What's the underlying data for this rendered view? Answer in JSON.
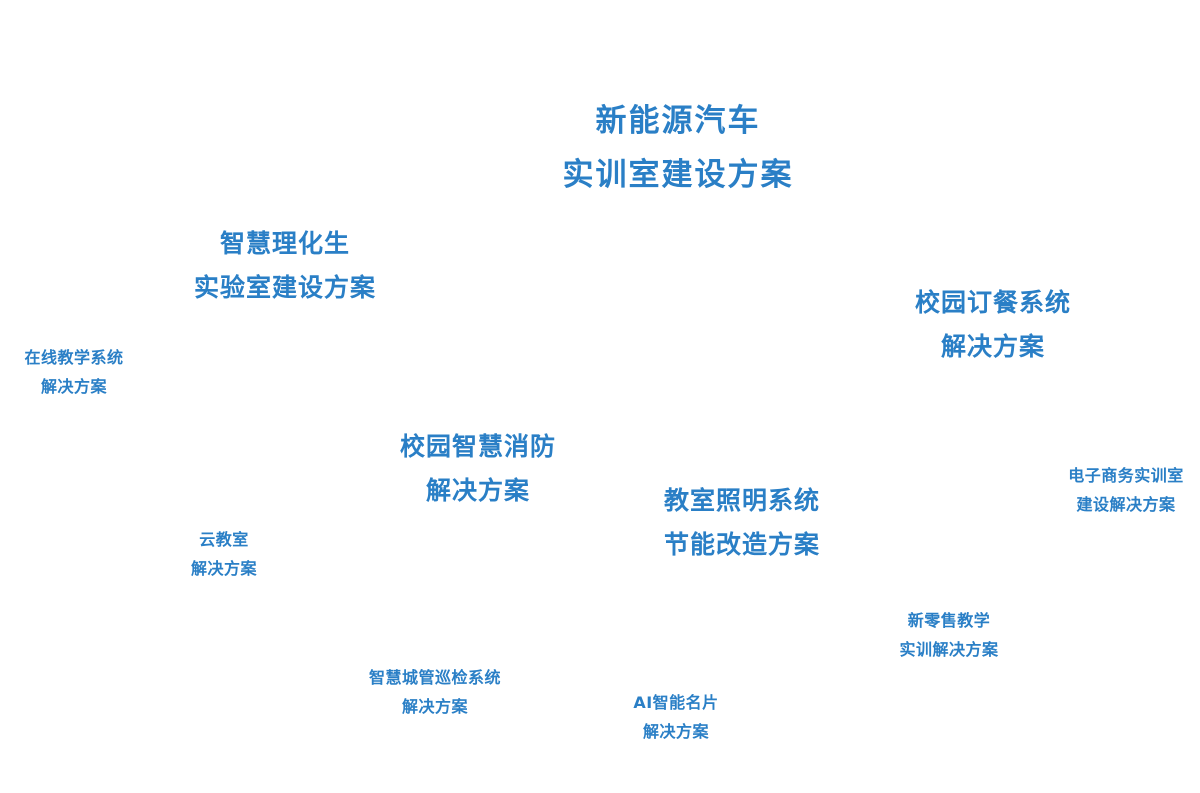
{
  "solutions": [
    {
      "line1": "新能源汽车",
      "line2": "实训室建设方案"
    },
    {
      "line1": "智慧理化生",
      "line2": "实验室建设方案"
    },
    {
      "line1": "校园订餐系统",
      "line2": "解决方案"
    },
    {
      "line1": "在线教学系统",
      "line2": "解决方案"
    },
    {
      "line1": "校园智慧消防",
      "line2": "解决方案"
    },
    {
      "line1": "教室照明系统",
      "line2": "节能改造方案"
    },
    {
      "line1": "电子商务实训室",
      "line2": "建设解决方案"
    },
    {
      "line1": "云教室",
      "line2": "解决方案"
    },
    {
      "line1": "新零售教学",
      "line2": "实训解决方案"
    },
    {
      "line1": "智慧城管巡检系统",
      "line2": "解决方案"
    },
    {
      "line1": "AI智能名片",
      "line2": "解决方案"
    }
  ],
  "colors": {
    "accent": "#2a7fc6",
    "background": "#ffffff"
  }
}
